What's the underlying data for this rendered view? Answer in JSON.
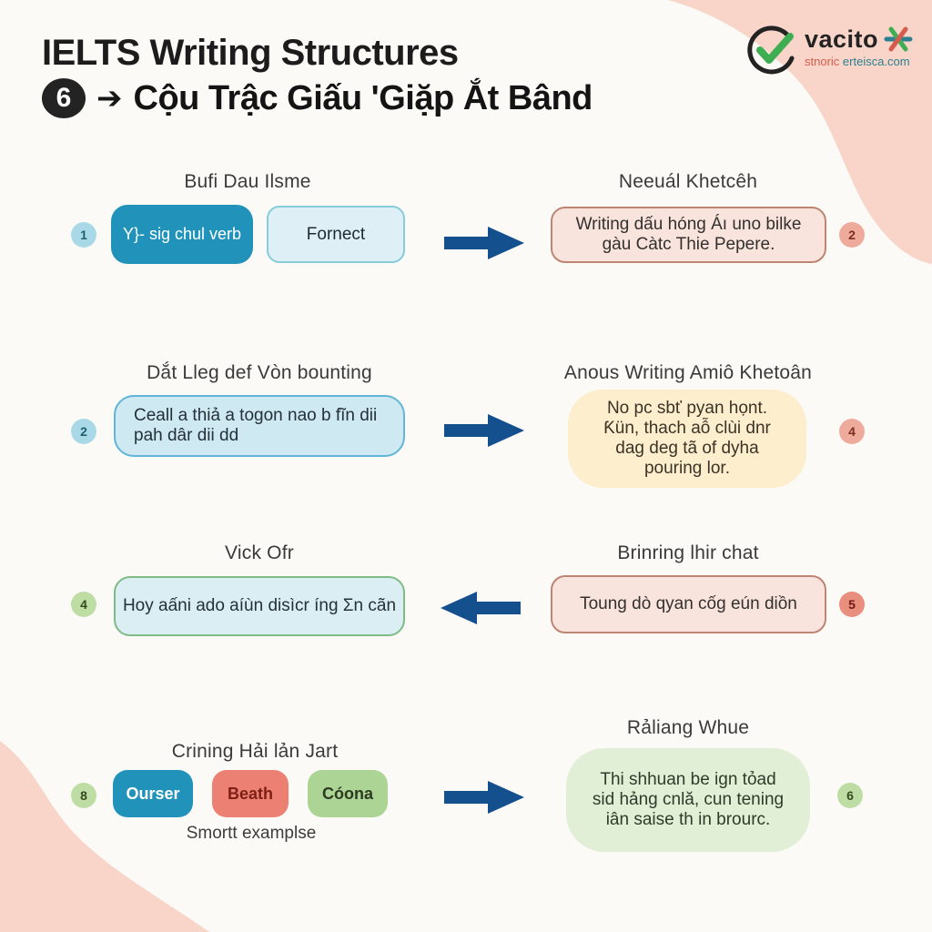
{
  "page": {
    "title_line1": "IELTS Writing Structures",
    "badge": "6",
    "title_arrow": "➔",
    "title_line2": "Cộu Trậc Giấu 'Giặp Ắt Bând"
  },
  "logo": {
    "name": "vacito",
    "tagline_part1": "stnoric",
    "tagline_part2": "erteisca.com"
  },
  "colors": {
    "arrow_navy": "#15508e",
    "blob_peach": "#f8d5c8",
    "teal": "#2193ba",
    "salmon": "#ec8173",
    "green": "#abd495",
    "background": "#fbfaf7"
  },
  "rows": [
    {
      "left_num": "1",
      "right_num": "2",
      "left_heading": "Bufi Dau Ilsme",
      "left_box1": "Y}- sig chul verb",
      "left_box2": "Fornect",
      "arrow_dir": "right",
      "right_heading": "Neeuál Khetcêh",
      "right_text": "Writing dấu hóng Áı uno bilke gàu Càtc Thie Pepere."
    },
    {
      "left_num": "2",
      "right_num": "4",
      "left_heading": "Dắt Lleg def Vòn bounting",
      "left_text": "Ceall a thiả a togon nao b fĩn dii pah dâr dii dd",
      "arrow_dir": "right",
      "right_heading": "Anous Writing Amiô Khetoân",
      "right_text": "No pc sbť pyan họnt. Ƙün, thach aỗ clùi dnr dag deg tã of dyha pouring lor."
    },
    {
      "left_num": "4",
      "right_num": "5",
      "left_heading": "Vick Ofr",
      "left_text": "Hoy aấni ado aíùn disìcr íng Ʃn cãn",
      "arrow_dir": "left",
      "right_heading": "Brinring lhir chat",
      "right_text": "Toung dò qyan cốg eún diồn"
    },
    {
      "left_num": "8",
      "right_num": "6",
      "left_heading": "Crining Hải lản Jart",
      "chip1": "Ourser",
      "chip2": "Beath",
      "chip3": "Cóona",
      "left_caption": "Smortt examplse",
      "arrow_dir": "right",
      "right_heading": "Rảliang Whue",
      "right_text": "Thi shhuan be ign tỏad sid hảng cnlă, cun tening iân saise th in brourc."
    }
  ]
}
